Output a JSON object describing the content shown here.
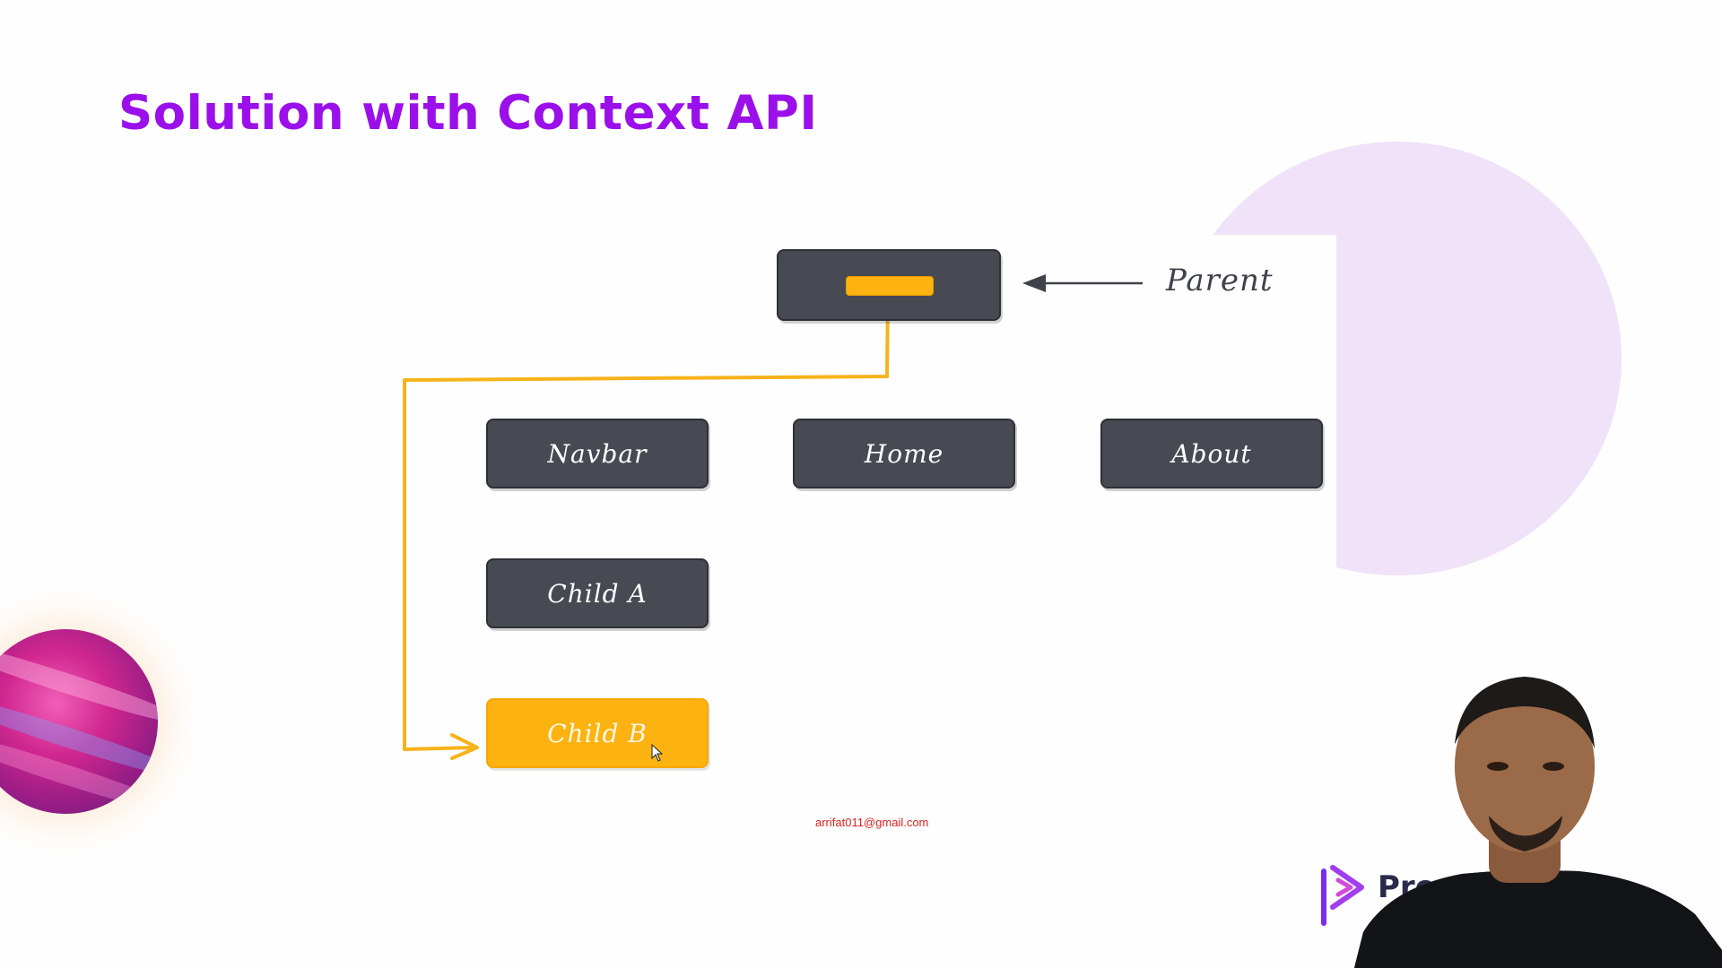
{
  "slide": {
    "title": "Solution with Context API"
  },
  "diagram": {
    "parent_label": "Parent",
    "nodes": {
      "navbar": "Navbar",
      "home": "Home",
      "about": "About",
      "child_a": "Child A",
      "child_b": "Child B"
    }
  },
  "footer": {
    "email": "arrifat011@gmail.com"
  },
  "branding": {
    "logo_text_visible": "Prog"
  },
  "colors": {
    "title": "#9b10ea",
    "node_dark": "#474a52",
    "highlight": "#fcb210",
    "deco_circle": "#f0e2f9",
    "email": "#e0211b"
  }
}
